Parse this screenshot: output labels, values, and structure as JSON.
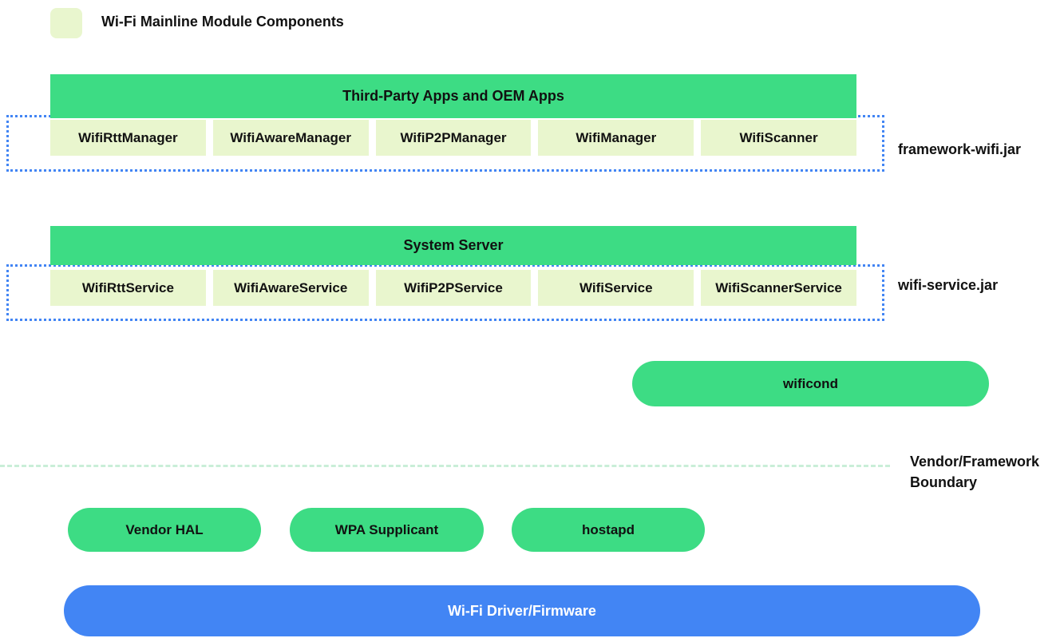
{
  "legend": {
    "label": "Wi-Fi Mainline Module Components"
  },
  "framework_group": {
    "header": "Third-Party Apps and OEM Apps",
    "boxes": [
      "WifiRttManager",
      "WifiAwareManager",
      "WifiP2PManager",
      "WifiManager",
      "WifiScanner"
    ],
    "jar_label": "framework-wifi.jar"
  },
  "service_group": {
    "header": "System Server",
    "boxes": [
      "WifiRttService",
      "WifiAwareService",
      "WifiP2PService",
      "WifiService",
      "WifiScannerService"
    ],
    "jar_label": "wifi-service.jar"
  },
  "wificond": {
    "label": "wificond"
  },
  "boundary": {
    "label_line1": "Vendor/Framework",
    "label_line2": "Boundary"
  },
  "vendor_pills": [
    "Vendor HAL",
    "WPA Supplicant",
    "hostapd"
  ],
  "driver": {
    "label": "Wi-Fi Driver/Firmware"
  },
  "colors": {
    "module_green": "#3ddc84",
    "mainline_light_green": "#e9f6ce",
    "driver_blue": "#4285f4",
    "dotted_border_blue": "#4285f4",
    "boundary_line_mint": "#c9eed8"
  }
}
